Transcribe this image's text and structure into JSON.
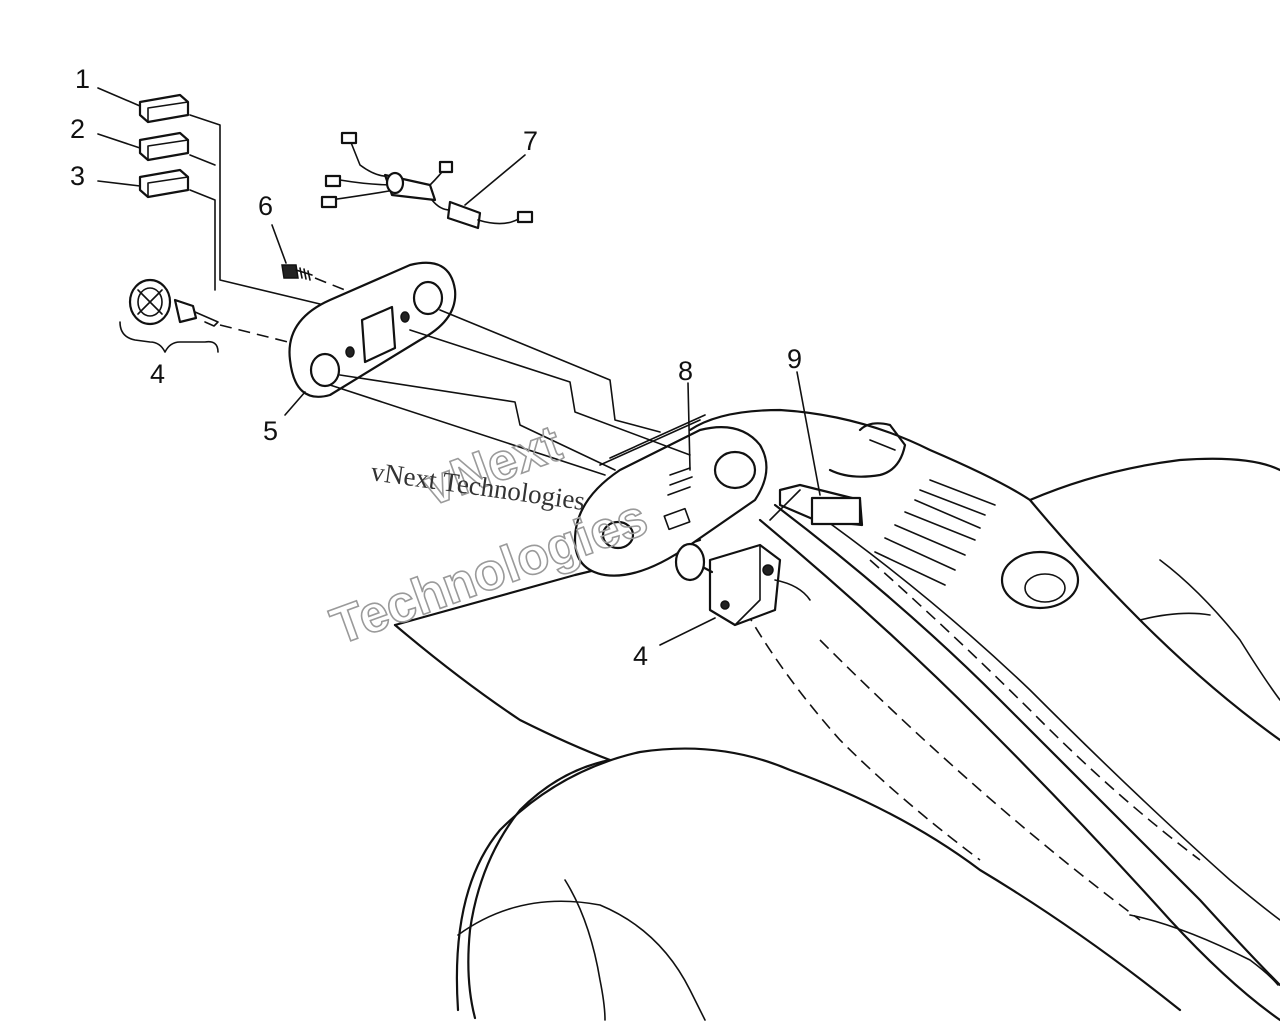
{
  "callouts": {
    "c1": "1",
    "c2": "2",
    "c3": "3",
    "c4a": "4",
    "c4b": "4",
    "c5": "5",
    "c6": "6",
    "c7": "7",
    "c8": "8",
    "c9": "9"
  },
  "watermark": {
    "line1": "vNext",
    "line2": "Technologies",
    "inline": "vNext Technologies"
  }
}
